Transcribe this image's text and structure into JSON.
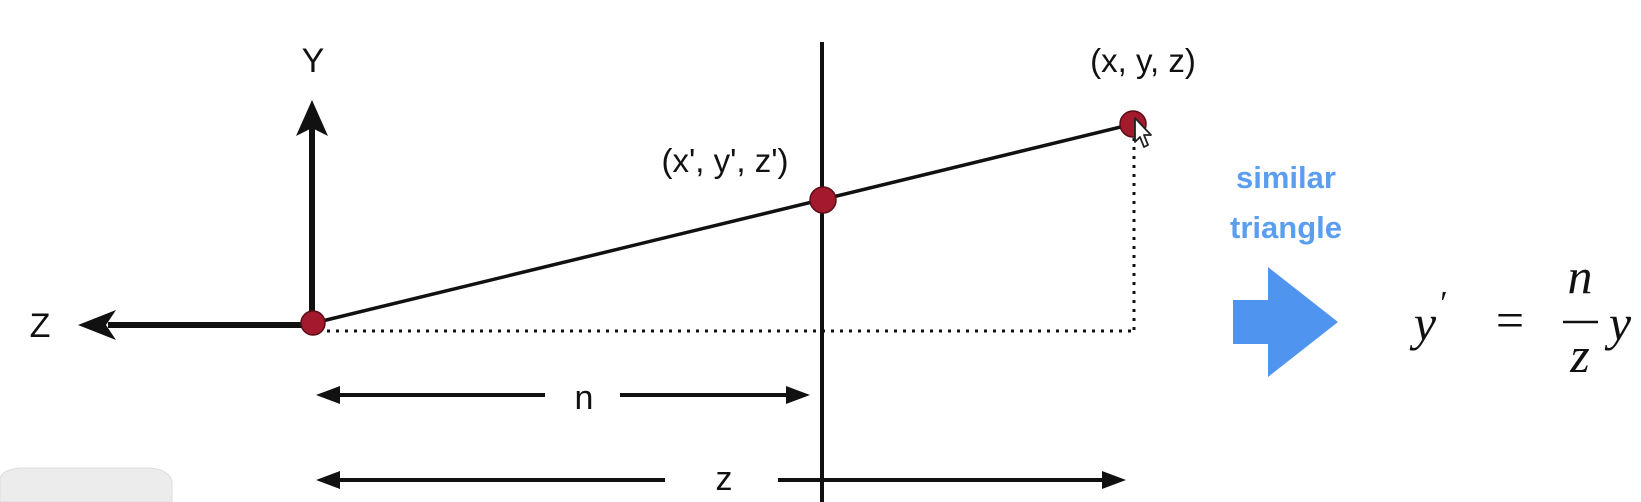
{
  "axes": {
    "y_label": "Y",
    "z_label": "Z"
  },
  "points": {
    "projected": "(x', y', z')",
    "original": "(x, y, z)"
  },
  "dimensions": {
    "near": "n",
    "depth": "z"
  },
  "annotation": {
    "line1": "similar",
    "line2": "triangle",
    "color": "#5b9ef0"
  },
  "equation": {
    "lhs": "y",
    "prime": "′",
    "equals": "=",
    "numerator": "n",
    "denominator": "z",
    "rhs": "y"
  },
  "colors": {
    "point_fill": "#a31a2c",
    "line": "#111111",
    "arrow_blue": "#4f95ef"
  }
}
